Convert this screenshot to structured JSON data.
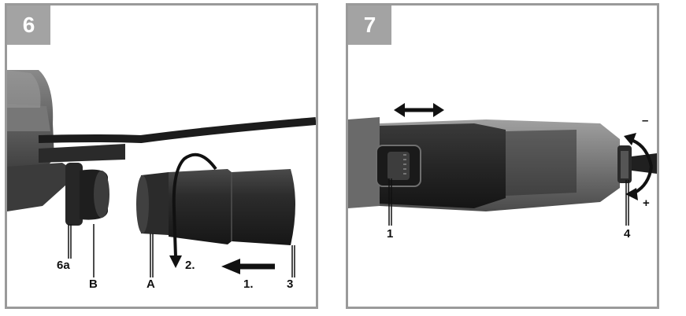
{
  "panels": [
    {
      "number": "6",
      "labels": {
        "6a": "6a",
        "B": "B",
        "A": "A",
        "step2": "2.",
        "step1": "1.",
        "three": "3"
      }
    },
    {
      "number": "7",
      "labels": {
        "one": "1",
        "four": "4",
        "minus": "–",
        "plus": "+"
      }
    }
  ],
  "colors": {
    "frame": "#9a9a9a",
    "badge": "#a3a3a3"
  }
}
